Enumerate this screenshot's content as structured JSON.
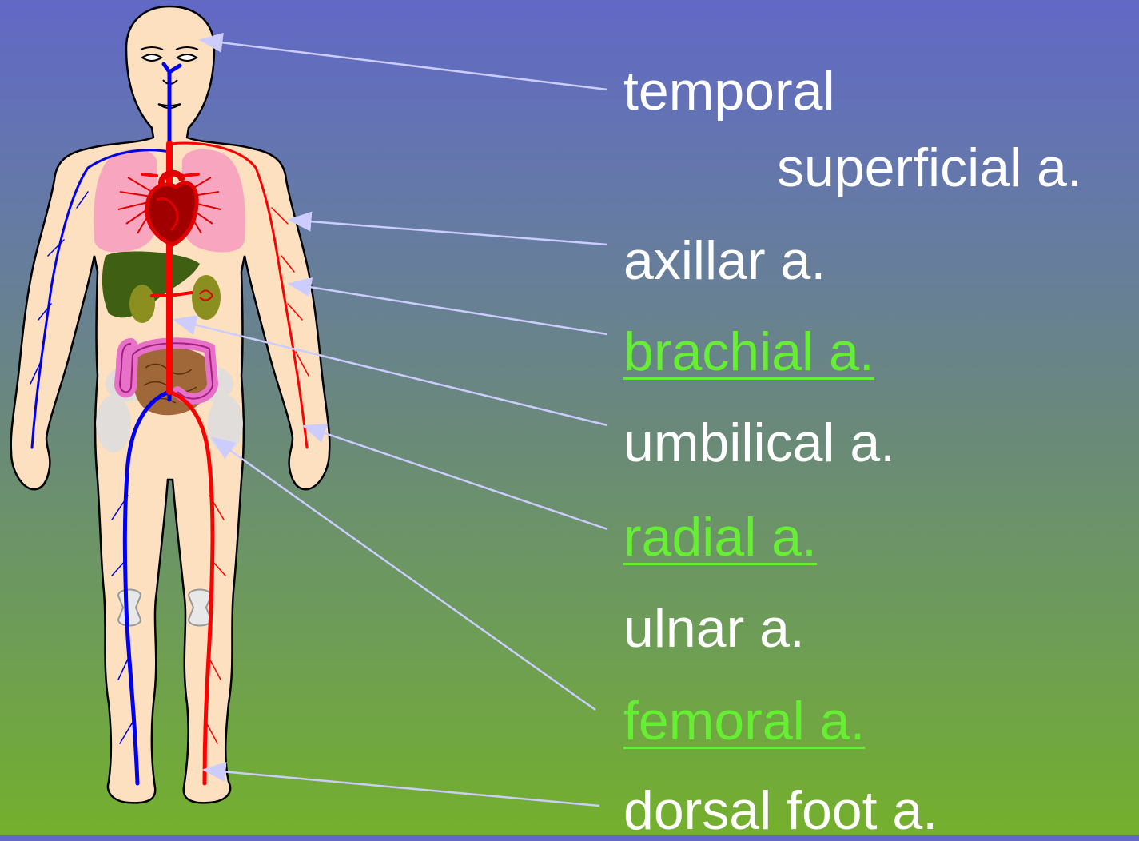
{
  "labels": [
    {
      "id": "temporal",
      "text": "temporal",
      "link": false
    },
    {
      "id": "superficial",
      "text": "superficial a.",
      "link": false
    },
    {
      "id": "axillar",
      "text": "axillar a.",
      "link": false
    },
    {
      "id": "brachial",
      "text": "brachial a.",
      "link": true
    },
    {
      "id": "umbilical",
      "text": "umbilical a.",
      "link": false
    },
    {
      "id": "radial",
      "text": "radial a.",
      "link": true
    },
    {
      "id": "ulnar",
      "text": "ulnar a.",
      "link": false
    },
    {
      "id": "femoral",
      "text": "femoral a.",
      "link": true
    },
    {
      "id": "dorsal",
      "text": "dorsal foot a.",
      "link": false
    }
  ],
  "colors": {
    "background_top": "#6168c6",
    "background_bottom": "#74b02c",
    "label_text": "#ffffff",
    "link_text": "#66ee33",
    "leader_line": "#ccccff",
    "artery": "#ff0000",
    "vein": "#0000ee",
    "skin": "#fde0c0",
    "lungs": "#f8a6c0",
    "liver": "#3f5f12",
    "intestine_large": "#e870c8",
    "intestine_small": "#a06838"
  },
  "icons": [
    "human-body-circulatory-illustration",
    "heart-icon",
    "lungs-icon",
    "liver-icon",
    "kidney-icon",
    "intestine-icon"
  ]
}
